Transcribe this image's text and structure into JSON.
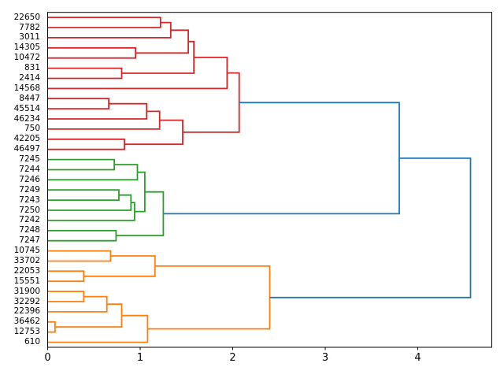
{
  "figure": {
    "background": "#ffffff",
    "title": ""
  },
  "chart_data": {
    "type": "dendrogram",
    "orientation": "right",
    "title": "",
    "xlabel": "",
    "ylabel": "",
    "grid": false,
    "xlim": [
      0,
      4.8
    ],
    "xticks": [
      "0",
      "1",
      "2",
      "3",
      "4"
    ],
    "colors": {
      "red": "#d62728",
      "green": "#2ca02c",
      "orange": "#ff7f0e",
      "blue": "#1f77b4",
      "axis": "#000000"
    },
    "leaves": [
      {
        "label": "22650",
        "cluster": "red"
      },
      {
        "label": "7782",
        "cluster": "red"
      },
      {
        "label": "3011",
        "cluster": "red"
      },
      {
        "label": "14305",
        "cluster": "red"
      },
      {
        "label": "10472",
        "cluster": "red"
      },
      {
        "label": "831",
        "cluster": "red"
      },
      {
        "label": "2414",
        "cluster": "red"
      },
      {
        "label": "14568",
        "cluster": "red"
      },
      {
        "label": "8447",
        "cluster": "red"
      },
      {
        "label": "45514",
        "cluster": "red"
      },
      {
        "label": "46234",
        "cluster": "red"
      },
      {
        "label": "750",
        "cluster": "red"
      },
      {
        "label": "42205",
        "cluster": "red"
      },
      {
        "label": "46497",
        "cluster": "red"
      },
      {
        "label": "7245",
        "cluster": "green"
      },
      {
        "label": "7244",
        "cluster": "green"
      },
      {
        "label": "7246",
        "cluster": "green"
      },
      {
        "label": "7249",
        "cluster": "green"
      },
      {
        "label": "7243",
        "cluster": "green"
      },
      {
        "label": "7250",
        "cluster": "green"
      },
      {
        "label": "7242",
        "cluster": "green"
      },
      {
        "label": "7248",
        "cluster": "green"
      },
      {
        "label": "7247",
        "cluster": "green"
      },
      {
        "label": "10745",
        "cluster": "orange"
      },
      {
        "label": "33702",
        "cluster": "orange"
      },
      {
        "label": "22053",
        "cluster": "orange"
      },
      {
        "label": "15551",
        "cluster": "orange"
      },
      {
        "label": "31900",
        "cluster": "orange"
      },
      {
        "label": "32292",
        "cluster": "orange"
      },
      {
        "label": "22396",
        "cluster": "orange"
      },
      {
        "label": "36462",
        "cluster": "orange"
      },
      {
        "label": "12753",
        "cluster": "orange"
      },
      {
        "label": "610",
        "cluster": "orange"
      }
    ],
    "merges": [
      {
        "children": [
          "L0",
          "L1"
        ],
        "dist": 1.22,
        "color": "red"
      },
      {
        "children": [
          "M0",
          "L2"
        ],
        "dist": 1.33,
        "color": "red"
      },
      {
        "children": [
          "L3",
          "L4"
        ],
        "dist": 0.95,
        "color": "red"
      },
      {
        "children": [
          "M1",
          "M2"
        ],
        "dist": 1.52,
        "color": "red"
      },
      {
        "children": [
          "L5",
          "L6"
        ],
        "dist": 0.8,
        "color": "red"
      },
      {
        "children": [
          "M3",
          "M4"
        ],
        "dist": 1.58,
        "color": "red"
      },
      {
        "children": [
          "M5",
          "L7"
        ],
        "dist": 1.94,
        "color": "red"
      },
      {
        "children": [
          "L8",
          "L9"
        ],
        "dist": 0.66,
        "color": "red"
      },
      {
        "children": [
          "M7",
          "L10"
        ],
        "dist": 1.07,
        "color": "red"
      },
      {
        "children": [
          "M8",
          "L11"
        ],
        "dist": 1.21,
        "color": "red"
      },
      {
        "children": [
          "L12",
          "L13"
        ],
        "dist": 0.83,
        "color": "red"
      },
      {
        "children": [
          "M9",
          "M10"
        ],
        "dist": 1.46,
        "color": "red"
      },
      {
        "children": [
          "M6",
          "M11"
        ],
        "dist": 2.07,
        "color": "red"
      },
      {
        "children": [
          "L14",
          "L15"
        ],
        "dist": 0.72,
        "color": "green"
      },
      {
        "children": [
          "M13",
          "L16"
        ],
        "dist": 0.97,
        "color": "green"
      },
      {
        "children": [
          "L17",
          "L18"
        ],
        "dist": 0.77,
        "color": "green"
      },
      {
        "children": [
          "M15",
          "L19"
        ],
        "dist": 0.9,
        "color": "green"
      },
      {
        "children": [
          "M16",
          "L20"
        ],
        "dist": 0.94,
        "color": "green"
      },
      {
        "children": [
          "M14",
          "M17"
        ],
        "dist": 1.05,
        "color": "green"
      },
      {
        "children": [
          "L21",
          "L22"
        ],
        "dist": 0.74,
        "color": "green"
      },
      {
        "children": [
          "M18",
          "M19"
        ],
        "dist": 1.25,
        "color": "green"
      },
      {
        "children": [
          "L23",
          "L24"
        ],
        "dist": 0.68,
        "color": "orange"
      },
      {
        "children": [
          "L25",
          "L26"
        ],
        "dist": 0.39,
        "color": "orange"
      },
      {
        "children": [
          "M21",
          "M22"
        ],
        "dist": 1.16,
        "color": "orange"
      },
      {
        "children": [
          "L27",
          "L28"
        ],
        "dist": 0.39,
        "color": "orange"
      },
      {
        "children": [
          "M24",
          "L29"
        ],
        "dist": 0.64,
        "color": "orange"
      },
      {
        "children": [
          "L30",
          "L31"
        ],
        "dist": 0.08,
        "color": "orange"
      },
      {
        "children": [
          "M25",
          "M26"
        ],
        "dist": 0.8,
        "color": "orange"
      },
      {
        "children": [
          "M27",
          "L32"
        ],
        "dist": 1.08,
        "color": "orange"
      },
      {
        "children": [
          "M23",
          "M28"
        ],
        "dist": 2.4,
        "color": "orange"
      },
      {
        "children": [
          "M12",
          "M20"
        ],
        "dist": 3.8,
        "color": "blue"
      },
      {
        "children": [
          "M30",
          "M29"
        ],
        "dist": 4.57,
        "color": "blue"
      }
    ]
  }
}
